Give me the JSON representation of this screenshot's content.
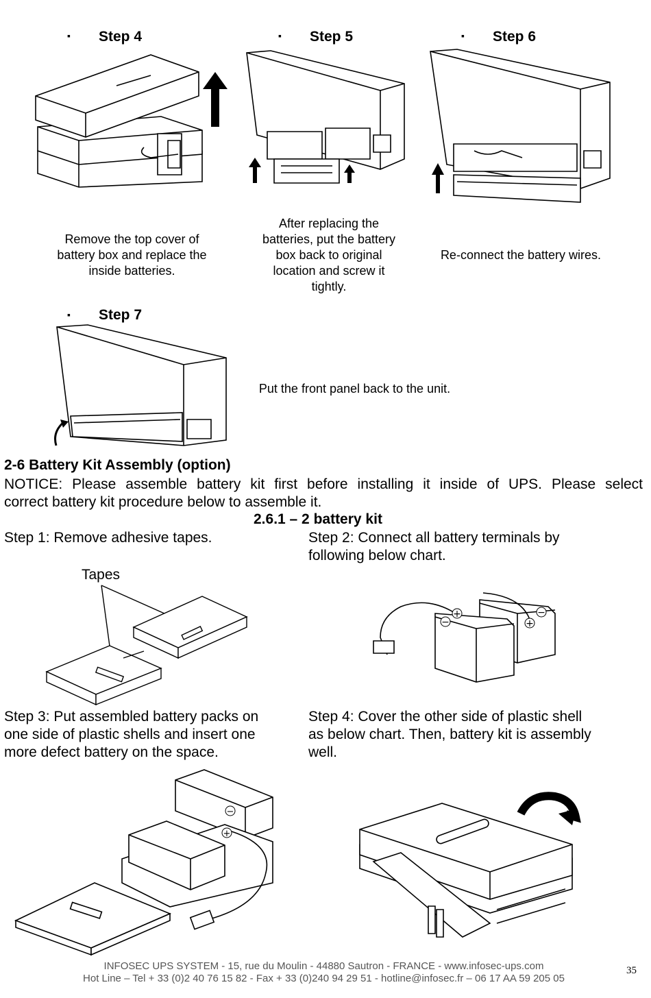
{
  "steps_top": [
    {
      "title": "Step 4",
      "caption_lines": [
        "Remove the top cover of",
        "battery box and replace the",
        "inside batteries."
      ]
    },
    {
      "title": "Step 5",
      "caption_lines": [
        "After replacing the",
        "batteries, put the battery",
        "box back to original",
        "location and screw it",
        "tightly."
      ]
    },
    {
      "title": "Step 6",
      "caption_lines": [
        "Re-connect the battery wires."
      ]
    },
    {
      "title": "Step 7",
      "caption_lines": [
        "Put the front panel back to the unit."
      ]
    }
  ],
  "bullet": "▪",
  "section": {
    "title": "2-6 Battery Kit Assembly (option)",
    "notice": "NOTICE: Please assemble battery kit first before installing it inside of UPS. Please select correct battery kit procedure below to assemble it.",
    "notice_line1": "NOTICE: Please assemble battery kit first before installing it inside of UPS. Please select",
    "notice_line2": "correct battery kit procedure below to assemble it.",
    "subtitle": "2.6.1 – 2 battery kit"
  },
  "kit_steps": [
    {
      "lines": [
        "Step 1: Remove adhesive tapes."
      ]
    },
    {
      "lines": [
        "Step 2: Connect all battery terminals by",
        "following below chart."
      ]
    },
    {
      "lines": [
        "Step 3: Put assembled battery packs on",
        "one side of plastic shells and insert one",
        "more defect battery on the space."
      ]
    },
    {
      "lines": [
        "Step 4: Cover the other side of plastic shell",
        "as below chart. Then, battery kit is assembly",
        "well."
      ]
    }
  ],
  "tapes_label": "Tapes",
  "terminal_symbols": {
    "plus": "+",
    "minus": "−"
  },
  "footer": {
    "line1": "INFOSEC UPS SYSTEM - 15, rue du Moulin - 44880 Sautron - FRANCE - www.infosec-ups.com",
    "line2": "Hot Line – Tel + 33 (0)2 40 76 15 82 - Fax + 33 (0)240 94 29 51 - hotline@infosec.fr – 06 17 AA 59 205 05"
  },
  "page_number": "35"
}
